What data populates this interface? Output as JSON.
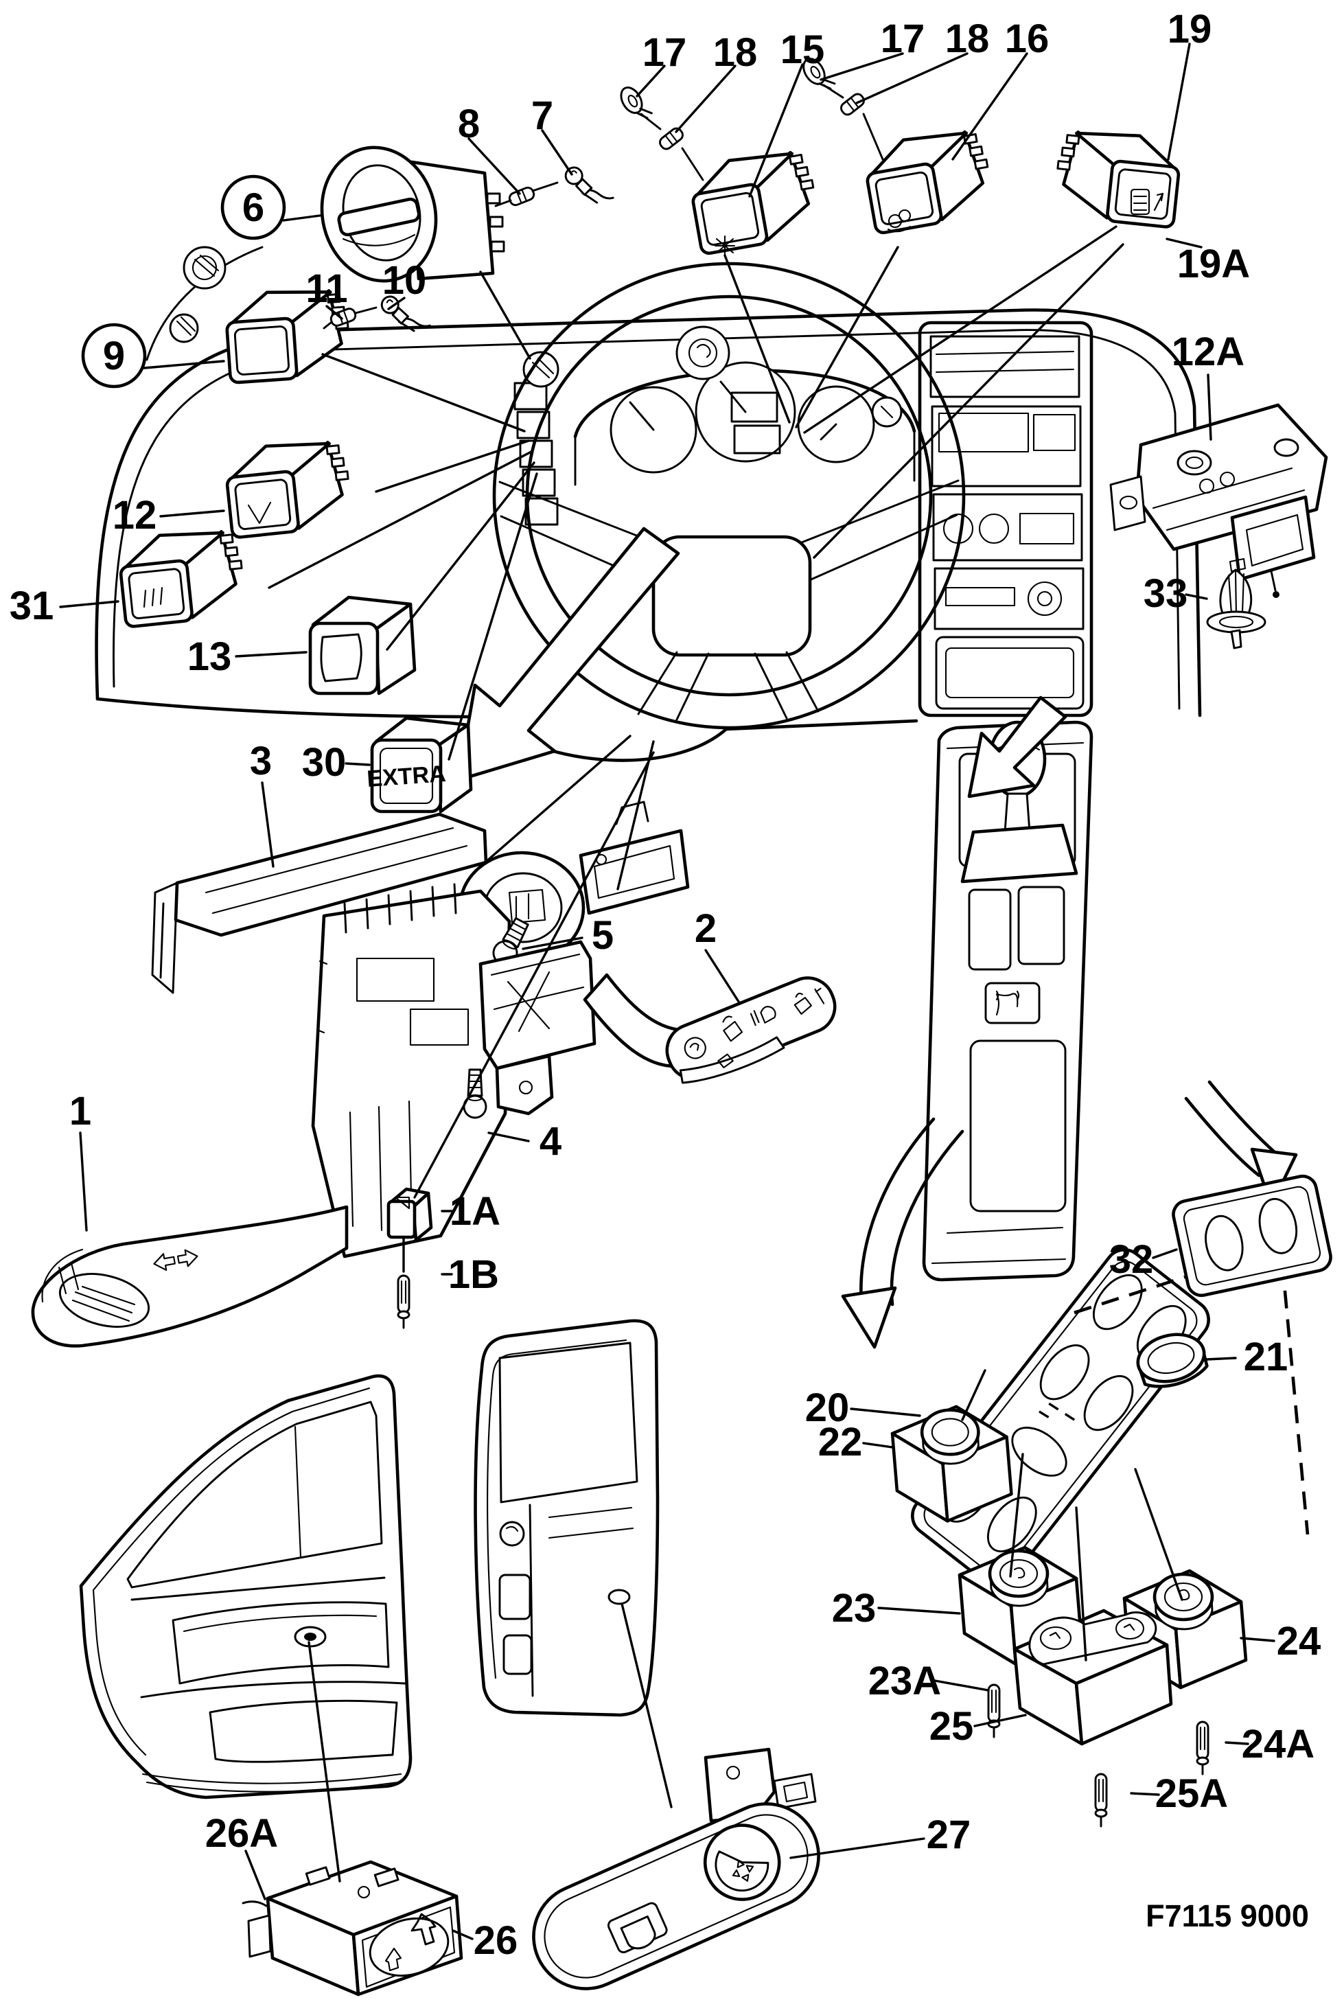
{
  "figure": {
    "code": "F7115 9000"
  },
  "labels": {
    "n1": "1",
    "n1A": "1A",
    "n1B": "1B",
    "n2": "2",
    "n3": "3",
    "n4": "4",
    "n5": "5",
    "n6": "6",
    "n7": "7",
    "n8": "8",
    "n9": "9",
    "n10": "10",
    "n11": "11",
    "n12": "12",
    "n12A": "12A",
    "n13": "13",
    "n15": "15",
    "n16": "16",
    "n17": "17",
    "n18": "18",
    "n19": "19",
    "n19A": "19A",
    "n20": "20",
    "n21": "21",
    "n22": "22",
    "n23": "23",
    "n23A": "23A",
    "n24": "24",
    "n24A": "24A",
    "n25": "25",
    "n25A": "25A",
    "n26": "26",
    "n26A": "26A",
    "n27": "27",
    "n30": "30",
    "n31": "31",
    "n32": "32",
    "n33": "33"
  },
  "texts": {
    "button_30": "EXTRA"
  },
  "icons": {
    "switch12_face": "hazard-v-symbol",
    "switch15_face": "fan-asterisk-symbol",
    "switch16_face": "recirculation-cloud-symbol",
    "switch19_face": "seat-heater-symbol",
    "switch26_face": "window-up-down-arrows",
    "switch27_knob": "mirror-4way-arrows",
    "stalk1_head": "turn-indicator-arrows",
    "stalk2_head": "wiper-washer-symbols",
    "console_box": "seat-heater-symbol"
  },
  "colors": {
    "ink": "#000000",
    "paper": "#ffffff"
  }
}
